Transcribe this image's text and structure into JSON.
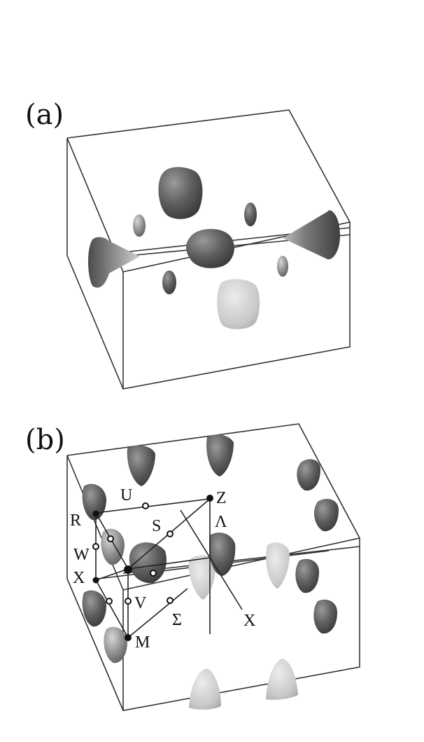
{
  "panels": {
    "a": {
      "label": "(a)"
    },
    "b": {
      "label": "(b)"
    }
  },
  "points": {
    "U": "U",
    "Z": "Z",
    "R": "R",
    "S": "S",
    "Lambda": "Λ",
    "W": "W",
    "X_left": "X",
    "V": "V",
    "Sigma": "Σ",
    "X_right": "X",
    "M": "M"
  },
  "colors": {
    "surface_dark": "#5e5e5e",
    "surface_mid": "#8a8a8a",
    "surface_light": "#c8c8c8",
    "edges": "#333333"
  }
}
